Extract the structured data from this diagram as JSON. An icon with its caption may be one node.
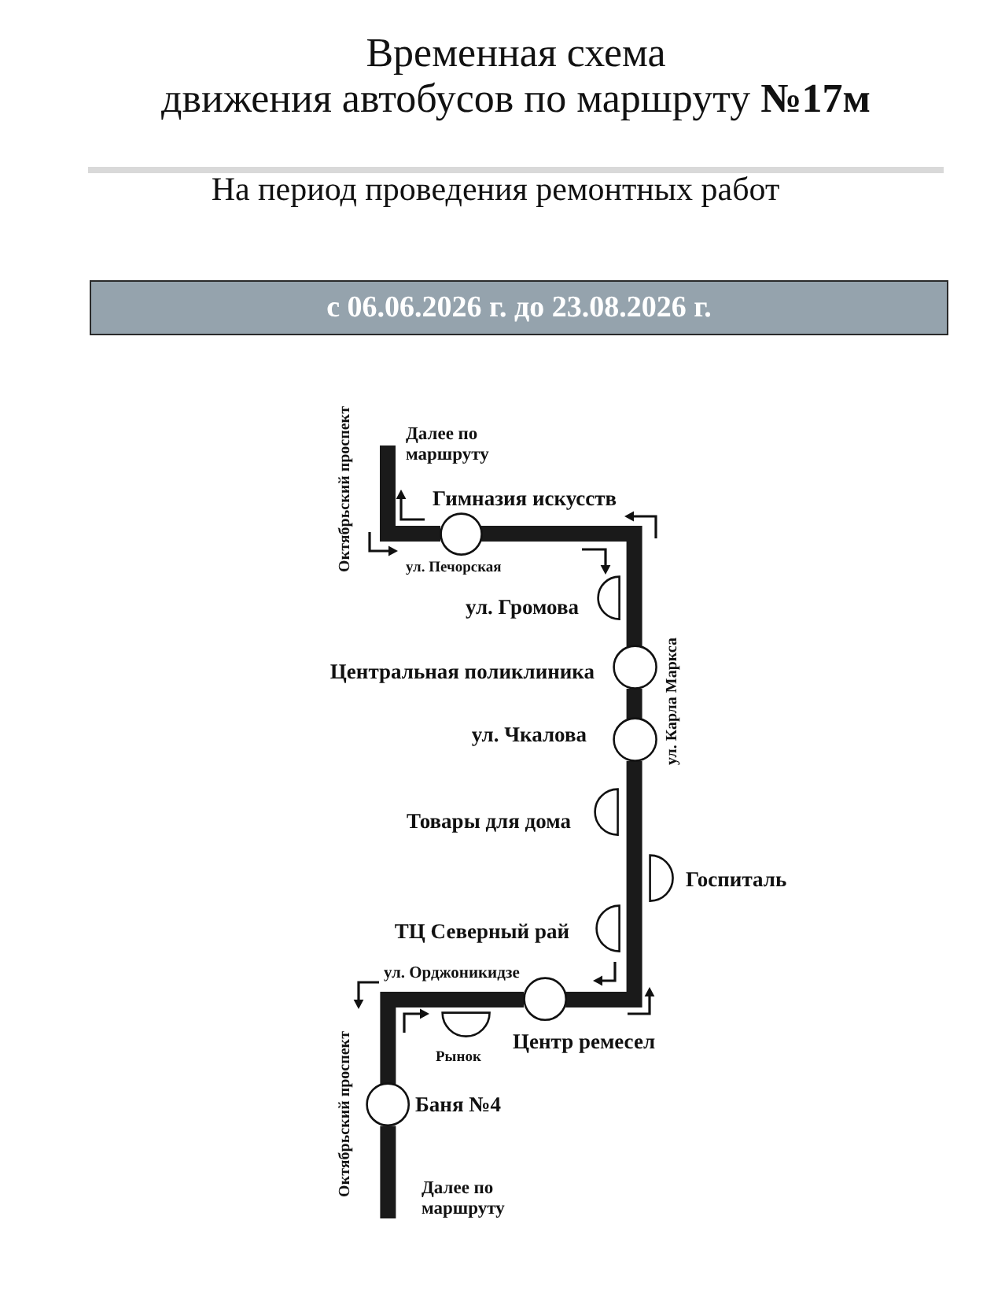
{
  "diagram": {
    "title": "Временная схема движения автобусов по маршруту **№17м**",
    "nodes": [
      {
        "text": [
          "с 06.06.2026 г. до 23.08.2026 г."
        ]
      },
      {
        "text": [],
        "shape": "circle",
        "beside": [
          "Гимназия искусств"
        ]
      },
      {
        "text": [],
        "shape": "semicircle",
        "beside": [
          "ул. Громова"
        ]
      },
      {
        "text": [],
        "shape": "circle",
        "beside": [
          "Центральная поликлиника"
        ]
      },
      {
        "text": [],
        "shape": "circle",
        "beside": [
          "ул. Чкалова"
        ]
      },
      {
        "text": [],
        "shape": "semicircle",
        "beside": [
          "Товары для дома"
        ]
      },
      {
        "text": [],
        "shape": "semicircle",
        "beside": [
          "Госпиталь"
        ]
      },
      {
        "text": [],
        "shape": "semicircle",
        "beside": [
          "ТЦ Северный рай"
        ]
      },
      {
        "text": [],
        "shape": "circle",
        "beside": [
          "Центр ремесел"
        ]
      },
      {
        "text": [],
        "shape": "semicircle",
        "beside": [
          "Рынок"
        ]
      },
      {
        "text": [],
        "shape": "circle",
        "beside": [
          "Баня №4"
        ]
      }
    ],
    "edges": [
      {
        "from": null,
        "to": 1,
        "arrow": "none"
      },
      {
        "from": 1,
        "to": 3,
        "arrow": "none"
      },
      {
        "from": 3,
        "to": 4,
        "arrow": "none"
      },
      {
        "from": 4,
        "to": 8,
        "arrow": "none"
      },
      {
        "from": 8,
        "to": 10,
        "arrow": "none"
      },
      {
        "from": 10,
        "to": null,
        "arrow": "none"
      }
    ],
    "labels": [
      "На период проведения ремонтных работ",
      "Далее по маршруту",
      "Октябрьский проспект",
      "ул. Печорская",
      "ул. Карла Маркса",
      "ул. Орджоникидзе",
      "Октябрьский проспект",
      "Далее по маршруту"
    ]
  }
}
